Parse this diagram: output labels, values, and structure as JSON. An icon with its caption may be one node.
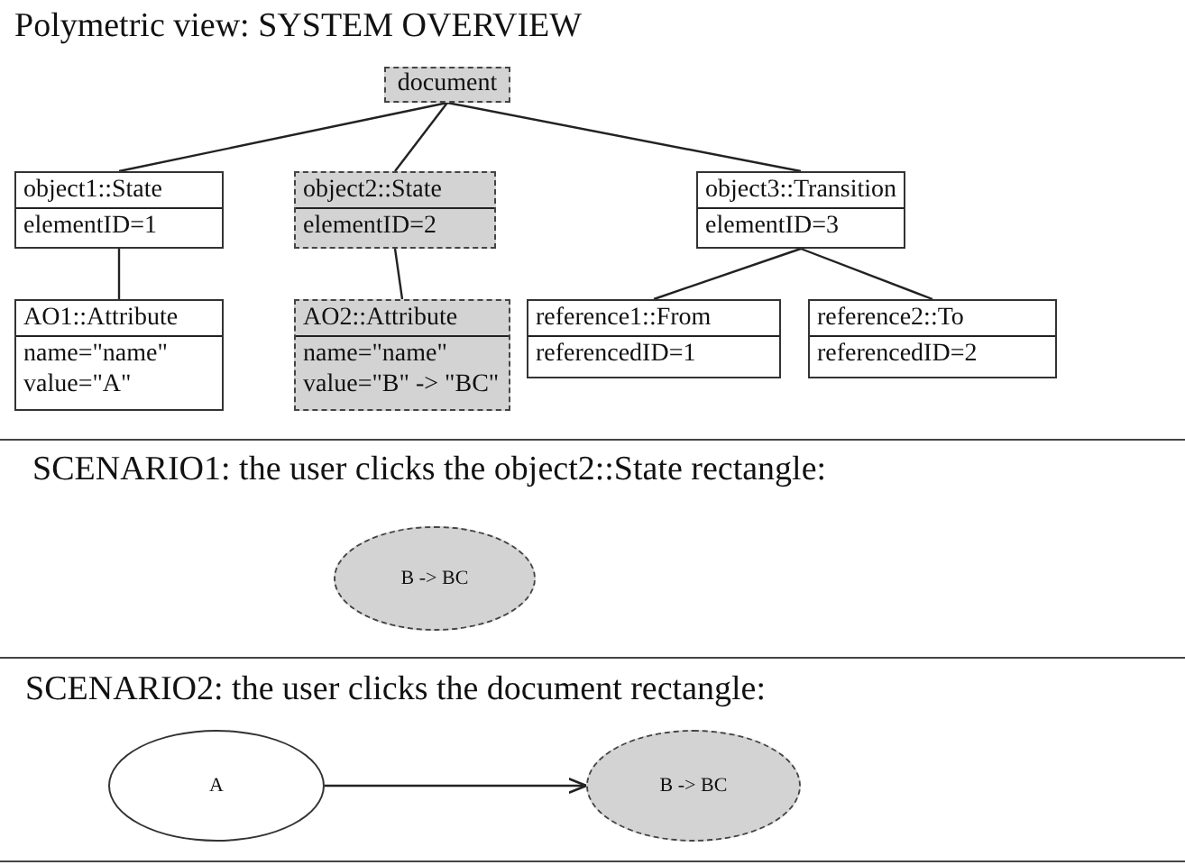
{
  "diagram": {
    "title": "Polymetric view: SYSTEM OVERVIEW",
    "nodes": [
      {
        "text": [
          "document"
        ]
      },
      {
        "text": [
          "object1::State",
          "elementID=1"
        ]
      },
      {
        "text": [
          "object2::State",
          "elementID=2"
        ]
      },
      {
        "text": [
          "object3::Transition",
          "elementID=3"
        ]
      },
      {
        "text": [
          "AO1::Attribute",
          "name=\"name\" value=\"A\""
        ]
      },
      {
        "text": [
          "AO2::Attribute",
          "name=\"name\" value=\"B\" -> \"BC\""
        ]
      },
      {
        "text": [
          "reference1::From",
          "referencedID=1"
        ]
      },
      {
        "text": [
          "reference2::To",
          "referencedID=2"
        ]
      },
      {
        "text": [
          "B -> BC"
        ]
      },
      {
        "text": [
          "A"
        ]
      },
      {
        "text": [
          "B -> BC"
        ]
      }
    ],
    "edges": [
      {
        "from": 0,
        "to": 1,
        "arrow": "none"
      },
      {
        "from": 0,
        "to": 2,
        "arrow": "none"
      },
      {
        "from": 0,
        "to": 3,
        "arrow": "none"
      },
      {
        "from": 1,
        "to": 4,
        "arrow": "none"
      },
      {
        "from": 2,
        "to": 5,
        "arrow": "none"
      },
      {
        "from": 3,
        "to": 6,
        "arrow": "none"
      },
      {
        "from": 3,
        "to": 7,
        "arrow": "none"
      },
      {
        "from": 9,
        "to": 10,
        "arrow": "to"
      }
    ],
    "labels": [
      "SCENARIO1: the user clicks the object2::State rectangle:",
      "SCENARIO2: the user clicks the document rectangle:"
    ]
  }
}
